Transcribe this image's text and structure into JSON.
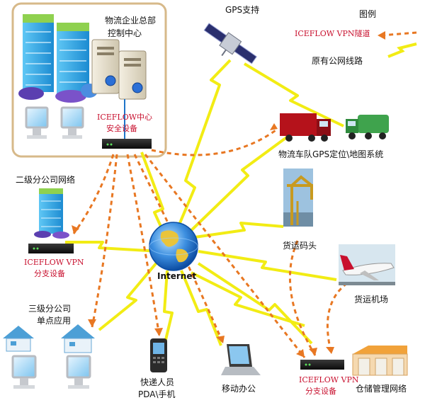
{
  "colors": {
    "vpn_tunnel": "#e87722",
    "public_line": "#f2ec14",
    "hq_border": "#d7b98a",
    "red_text": "#c8102e",
    "building_blue": "#34a9e3",
    "building_green": "#8fd14f",
    "globe_blue": "#1e74c9"
  },
  "legend": {
    "title": "图例",
    "vpn_label": "ICEFLOW VPN隧道",
    "public_label": "原有公网线路"
  },
  "hq": {
    "title_line1": "物流企业总部",
    "title_line2": "控制中心",
    "device_line1": "ICEFLOW中心",
    "device_line2": "安全设备"
  },
  "gps": {
    "label": "GPS支持",
    "icon": "satellite-icon"
  },
  "fleet": {
    "label": "物流车队GPS定位\\地图系统",
    "icon": "truck-icon"
  },
  "branch2": {
    "title": "二级分公司网络",
    "device_line1": "ICEFLOW VPN",
    "device_line2": "分支设备"
  },
  "internet": {
    "label": "Internet",
    "icon": "globe-icon"
  },
  "port": {
    "label": "货运码头",
    "icon": "crane-icon"
  },
  "airport": {
    "label": "货运机场",
    "icon": "airplane-icon"
  },
  "branch3": {
    "title_line1": "三级分公司",
    "title_line2": "单点应用"
  },
  "courier": {
    "line1": "快递人员",
    "line2": "PDA\\手机",
    "icon": "pda-icon"
  },
  "mobile": {
    "label": "移动办公",
    "icon": "laptop-icon"
  },
  "warehouse_device": {
    "line1": "ICEFLOW VPN",
    "line2": "分支设备"
  },
  "warehouse": {
    "label": "仓储管理网络",
    "icon": "warehouse-icon"
  }
}
